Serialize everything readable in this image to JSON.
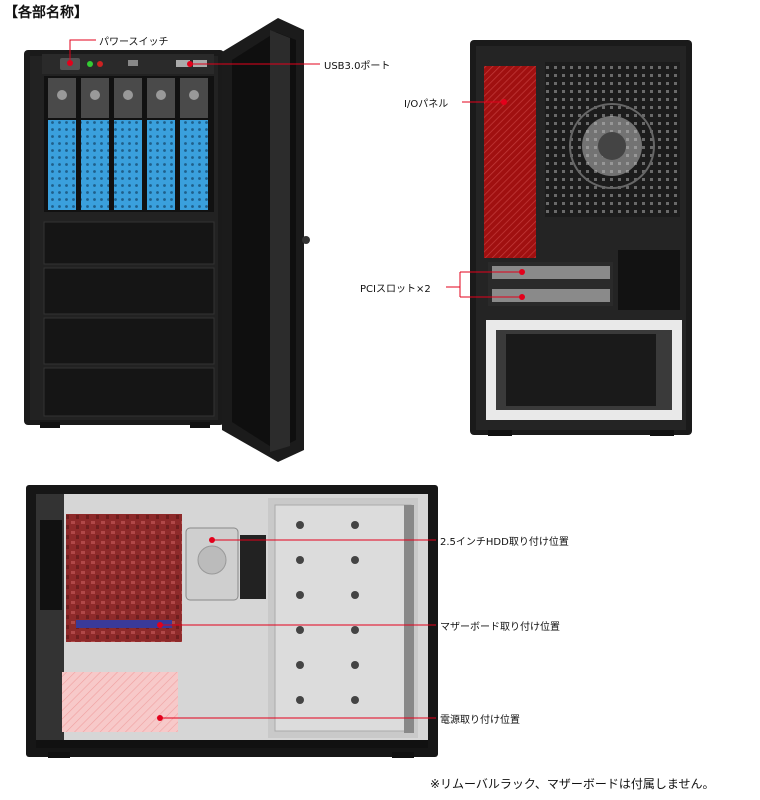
{
  "section_title": "【各部名称】",
  "callouts": {
    "power_switch": "パワースイッチ",
    "usb_port": "USB3.0ポート",
    "io_panel": "I/Oパネル",
    "pci_slot": "PCIスロット×2",
    "hdd_mount": "2.5インチHDD取り付け位置",
    "motherboard_mount": "マザーボード取り付け位置",
    "psu_mount": "電源取り付け位置"
  },
  "footnote": "※リムーバルラック、マザーボードは付属しません。",
  "colors": {
    "case_black": "#1a1a1a",
    "bay_blue": "#3aa0dd",
    "callout_red": "#e3001b",
    "io_panel_red": "#a01010",
    "motherboard_red": "#8e2a2a",
    "psu_area_pink": "#f4b6b6"
  }
}
